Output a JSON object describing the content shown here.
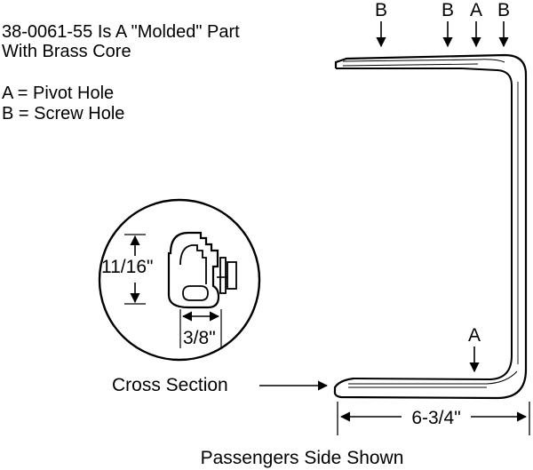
{
  "notes": {
    "line1": "38-0061-55 Is A \"Molded\" Part",
    "line2": "With Brass Core",
    "legend_a": "A = Pivot Hole",
    "legend_b": "B = Screw Hole"
  },
  "hole_markers": {
    "top": [
      "B",
      "B",
      "A",
      "B"
    ],
    "lower": "A"
  },
  "cross_section": {
    "label": "Cross Section",
    "height_dim": "11/16\"",
    "width_dim": "3/8\""
  },
  "dimension": {
    "length": "6-3/4\""
  },
  "caption": "Passengers Side Shown",
  "colors": {
    "ink": "#000000",
    "fill": "#ffffff"
  }
}
